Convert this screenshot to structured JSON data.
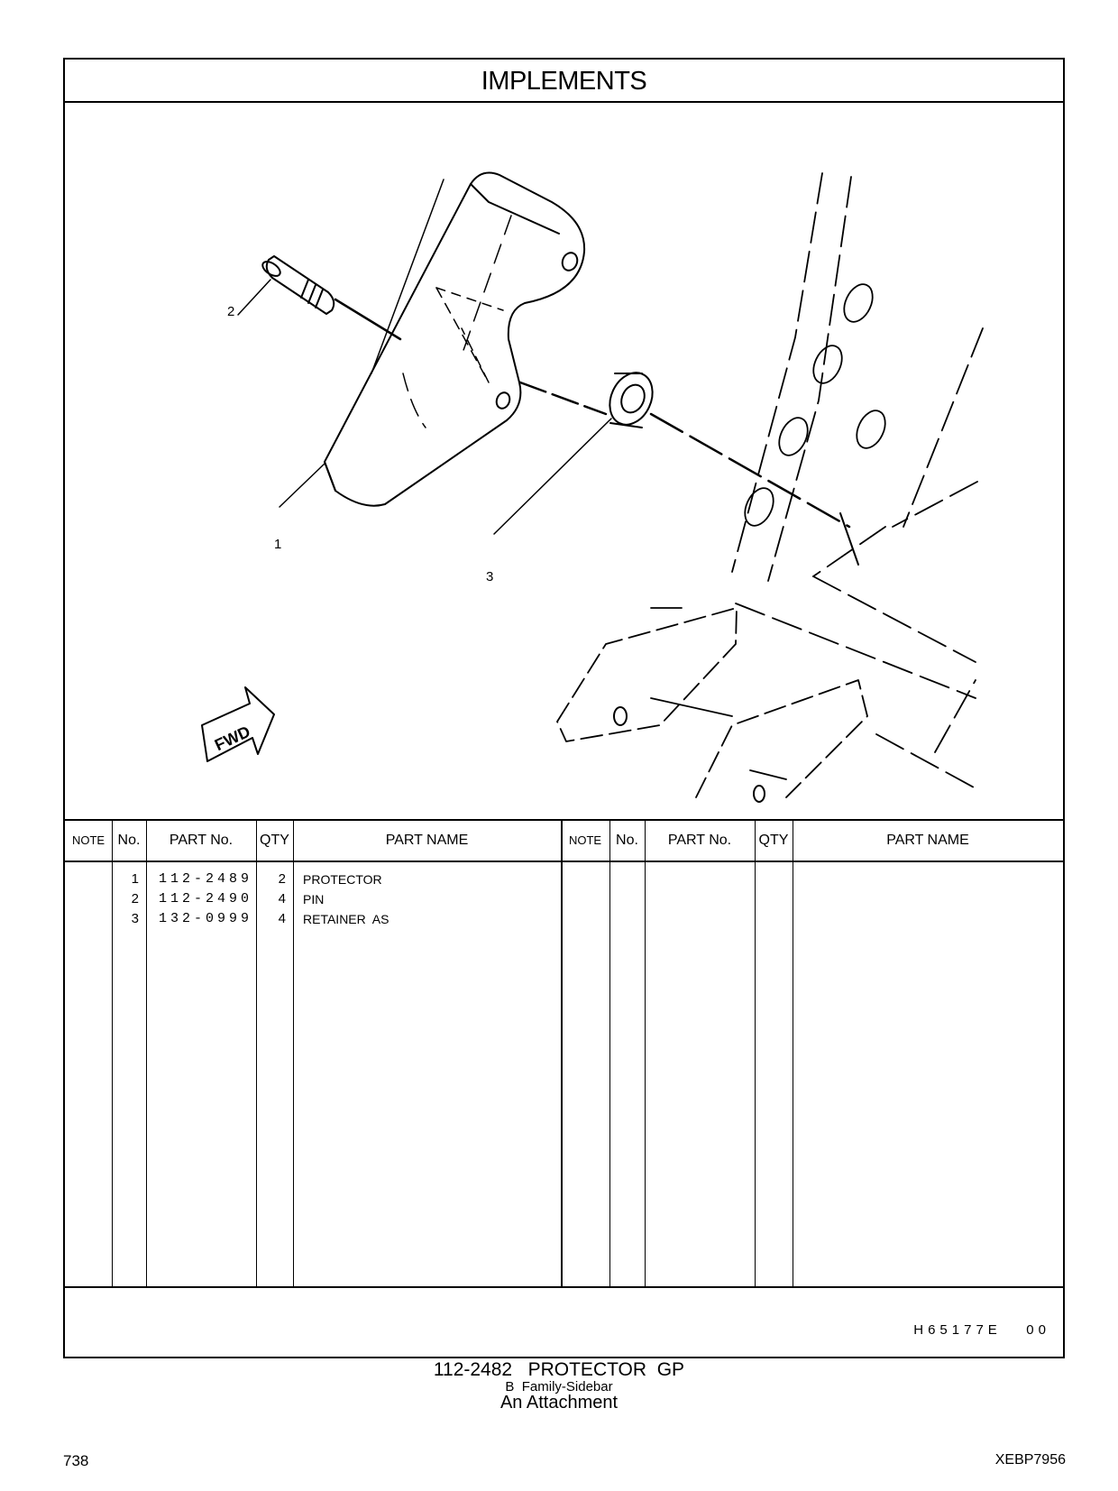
{
  "header": {
    "title": "IMPLEMENTS"
  },
  "illustration": {
    "callouts": [
      "1",
      "2",
      "3"
    ],
    "direction_label": "FWD"
  },
  "table": {
    "headers": {
      "note": "NOTE",
      "no": "No.",
      "part_no": "PART No.",
      "qty": "QTY",
      "part_name": "PART NAME"
    },
    "rows": [
      {
        "no": "1",
        "part_no": "112-2489",
        "qty": "2",
        "part_name": "PROTECTOR"
      },
      {
        "no": "2",
        "part_no": "112-2490",
        "qty": "4",
        "part_name": "PIN"
      },
      {
        "no": "3",
        "part_no": "132-0999",
        "qty": "4",
        "part_name": "RETAINER  AS"
      }
    ]
  },
  "footer": {
    "illustration_code": "H65177E   00",
    "group_title": "112-2482   PROTECTOR  GP",
    "family": "B  Family-Sidebar",
    "type": "An Attachment",
    "page_number": "738",
    "document_id": "XEBP7956"
  }
}
